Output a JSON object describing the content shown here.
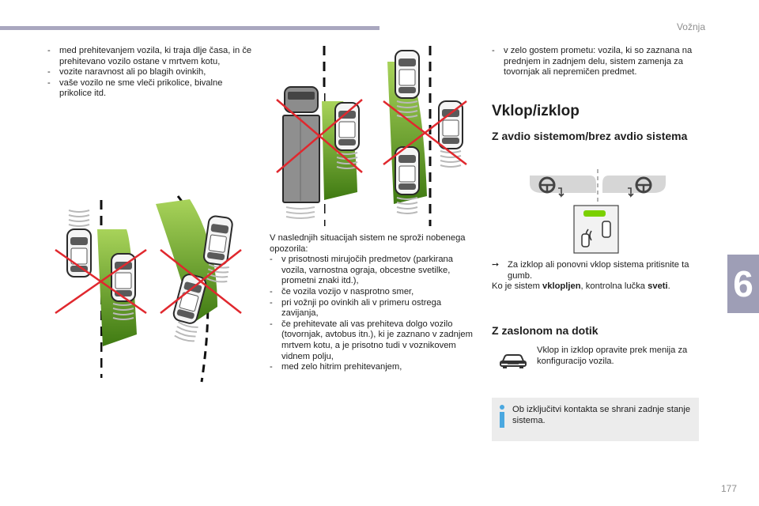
{
  "header": {
    "section": "Vožnja"
  },
  "footer": {
    "page_number": "177"
  },
  "chapter_tab": "6",
  "left_column": {
    "items": [
      "med prehitevanjem vozila, ki traja dlje časa, in če prehitevano vozilo ostane v mrtvem kotu,",
      "vozite naravnost ali po blagih ovinkih,",
      "vaše vozilo ne sme vleči prikolice, bivalne prikolice itd."
    ]
  },
  "middle_column": {
    "intro": "V naslednjih situacijah sistem ne sproži nobenega opozorila:",
    "items": [
      "v prisotnosti mirujočih predmetov (parkirana vozila, varnostna ograja, obcestne svetilke, prometni znaki itd.),",
      "če vozila vozijo v nasprotno smer,",
      "pri vožnji po ovinkih ali v primeru ostrega zavijanja,",
      "če prehitevate ali vas prehiteva dolgo vozilo (tovornjak, avtobus itn.), ki je zaznano v zadnjem mrtvem kotu, a je prisotno tudi v voznikovem vidnem polju,",
      "med zelo hitrim prehitevanjem,"
    ]
  },
  "right_column": {
    "items": [
      "v zelo gostem prometu: vozila, ki so zaznana na prednjem in zadnjem delu, sistem zamenja za tovornjak ali nepremičen predmet."
    ],
    "heading": "Vklop/izklop",
    "sub1": "Z avdio sistemom/brez avdio sistema",
    "step": "Za izklop ali ponovni vklop sistema pritisnite ta gumb.",
    "state_prefix": "Ko je sistem ",
    "state_bold1": "vklopljen",
    "state_mid": ", kontrolna lučka ",
    "state_bold2": "sveti",
    "state_end": ".",
    "sub2": "Z zaslonom na dotik",
    "touch_text": "Vklop in izklop opravite prek menija za konfiguracijo vozila.",
    "info": "Ob izključitvi kontakta se shrani zadnje stanje sistema."
  },
  "colors": {
    "accent_bar": "#a9a7bf",
    "chapter_tab": "#9e9eb6",
    "green_zone": "#6aa32a",
    "cross": "#e0282e",
    "info_icon": "#4aa8e0",
    "led": "#7bd000"
  },
  "icons": {
    "step": "arrow-right-icon",
    "touch": "car-icon",
    "info": "info-icon"
  }
}
